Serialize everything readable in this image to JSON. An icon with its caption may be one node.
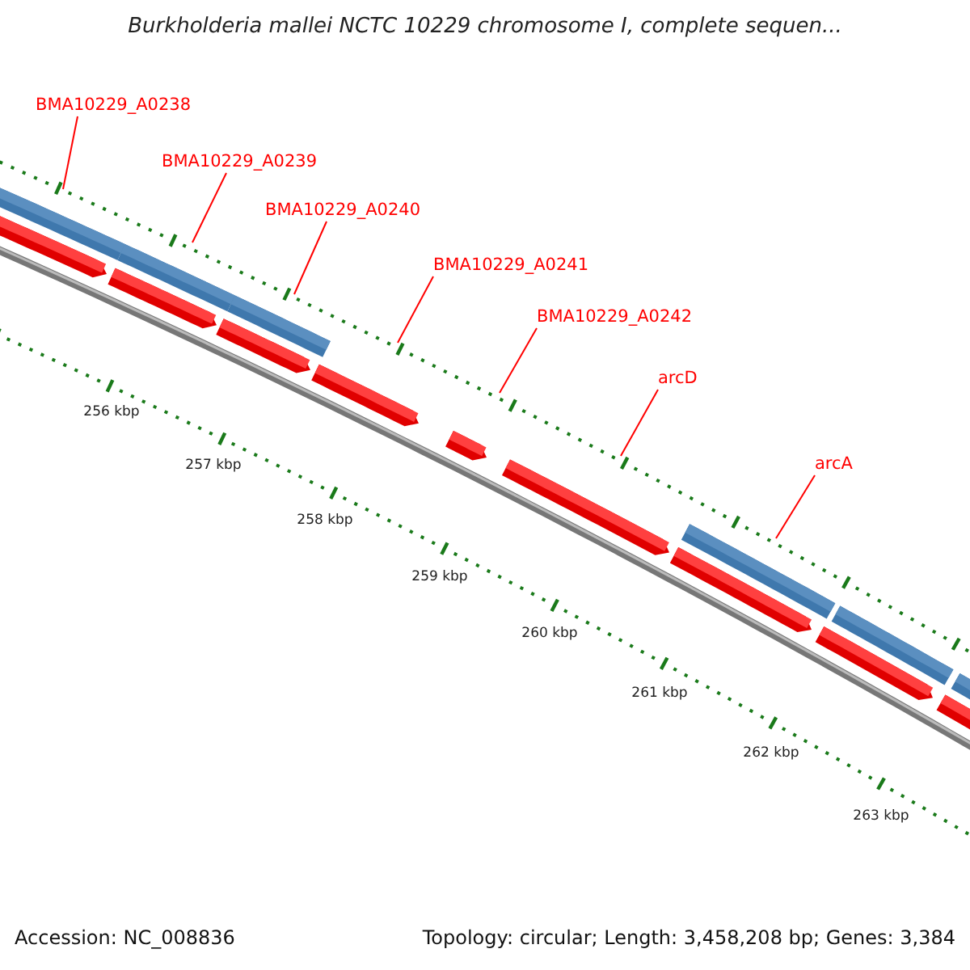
{
  "diagram": {
    "title": "Burkholderia mallei NCTC 10229 chromosome I, complete sequen...",
    "nodes": [
      {
        "text": [
          "BMA10229_A0238"
        ]
      },
      {
        "text": [
          "BMA10229_A0239"
        ]
      },
      {
        "text": [
          "BMA10229_A0240"
        ]
      },
      {
        "text": [
          "BMA10229_A0241"
        ]
      },
      {
        "text": [
          "BMA10229_A0242"
        ]
      },
      {
        "text": [
          "arcD"
        ]
      },
      {
        "text": [
          "arcA"
        ]
      }
    ],
    "edges": [
      {
        "from": 0,
        "to": null,
        "arrow": "none"
      },
      {
        "from": 1,
        "to": null,
        "arrow": "none"
      },
      {
        "from": 2,
        "to": null,
        "arrow": "none"
      },
      {
        "from": 3,
        "to": null,
        "arrow": "none"
      },
      {
        "from": 4,
        "to": null,
        "arrow": "none"
      },
      {
        "from": 5,
        "to": null,
        "arrow": "none"
      },
      {
        "from": 6,
        "to": null,
        "arrow": "none"
      }
    ],
    "labels": [
      "256 kbp",
      "257 kbp",
      "258 kbp",
      "259 kbp",
      "260 kbp",
      "261 kbp",
      "262 kbp",
      "263 kbp",
      "Accession: NC_008836",
      "Topology: circular; Length: 3,458,208 bp; Genes: 3,384"
    ]
  }
}
